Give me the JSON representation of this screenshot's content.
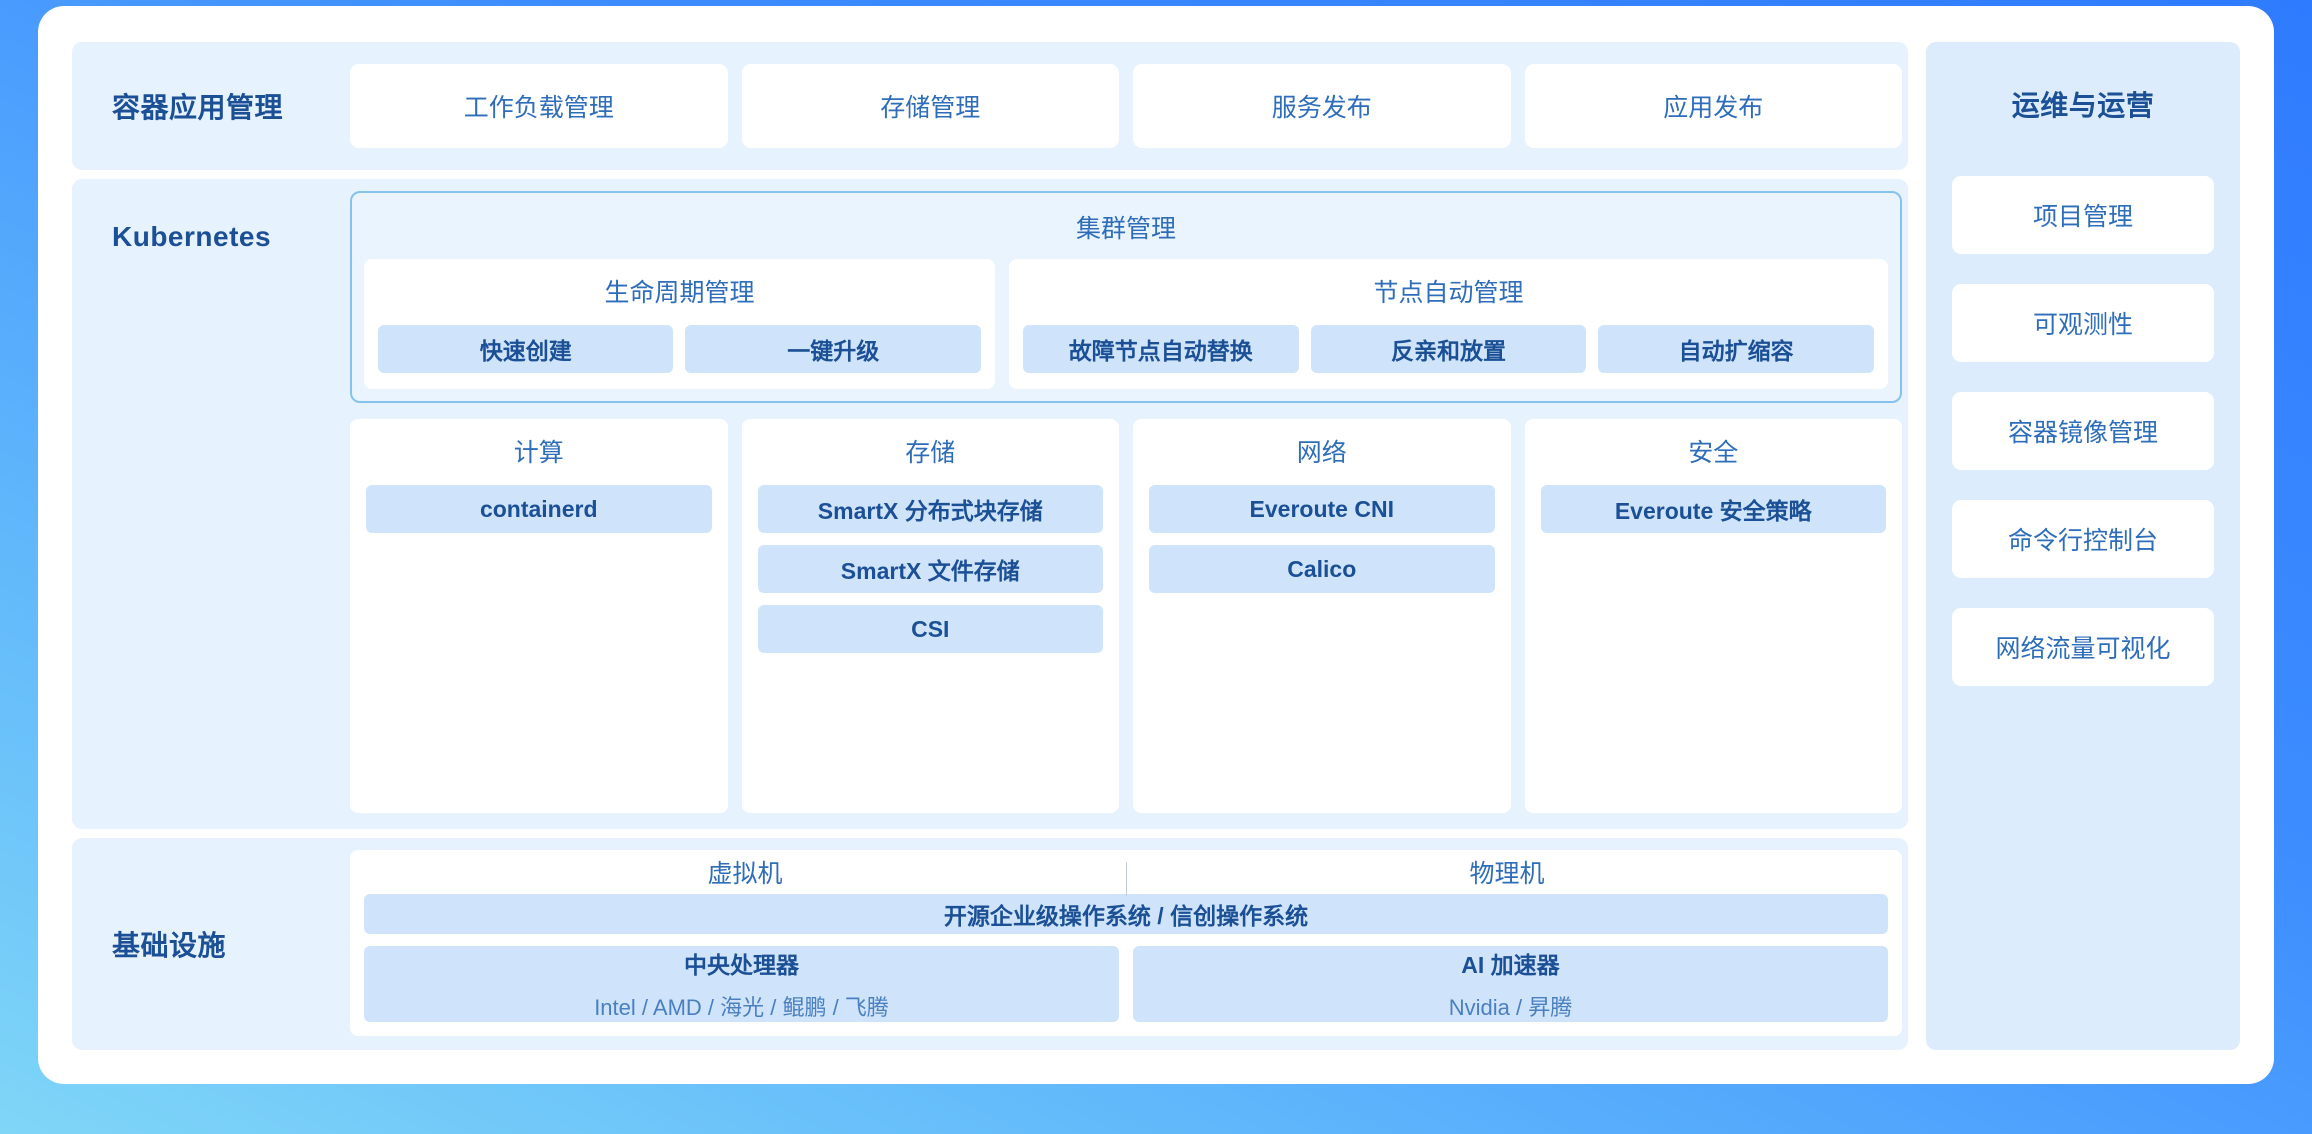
{
  "rows": {
    "apps": {
      "label": "容器应用管理",
      "cards": [
        "工作负载管理",
        "存储管理",
        "服务发布",
        "应用发布"
      ]
    },
    "kubernetes": {
      "label": "Kubernetes",
      "cluster": {
        "title": "集群管理",
        "groups": [
          {
            "title": "生命周期管理",
            "items": [
              "快速创建",
              "一键升级"
            ]
          },
          {
            "title": "节点自动管理",
            "items": [
              "故障节点自动替换",
              "反亲和放置",
              "自动扩缩容"
            ]
          }
        ]
      },
      "stack": [
        {
          "title": "计算",
          "items": [
            "containerd"
          ]
        },
        {
          "title": "存储",
          "items": [
            "SmartX 分布式块存储",
            "SmartX 文件存储",
            "CSI"
          ]
        },
        {
          "title": "网络",
          "items": [
            "Everoute CNI",
            "Calico"
          ]
        },
        {
          "title": "安全",
          "items": [
            "Everoute 安全策略"
          ]
        }
      ]
    },
    "infrastructure": {
      "label": "基础设施",
      "headers": [
        "虚拟机",
        "物理机"
      ],
      "os_bar": "开源企业级操作系统 / 信创操作系统",
      "hardware": [
        {
          "title": "中央处理器",
          "sub": "Intel / AMD / 海光 / 鲲鹏 / 飞腾"
        },
        {
          "title": "AI 加速器",
          "sub": "Nvidia / 昇腾"
        }
      ]
    }
  },
  "sidebar": {
    "title": "运维与运营",
    "items": [
      "项目管理",
      "可观测性",
      "容器镜像管理",
      "命令行控制台",
      "网络流量可视化"
    ]
  },
  "colors": {
    "accent_blue": "#2f7bff",
    "panel_blue": "#e6f2fd",
    "chip_blue": "#cfe4fb",
    "sidebar_blue": "#dcecfd",
    "text_navy": "#1b4f96",
    "text_blue": "#2e6dba",
    "cluster_border": "#86c3ec"
  }
}
